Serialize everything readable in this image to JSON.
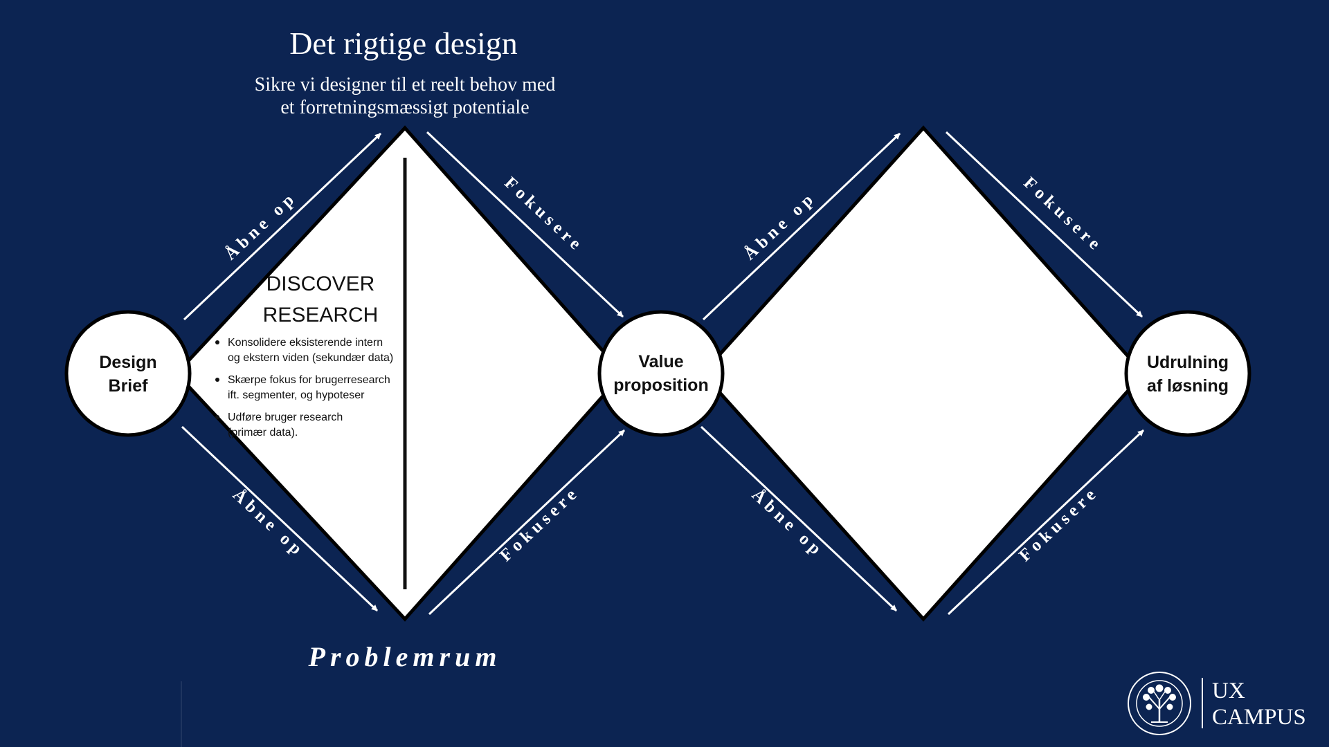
{
  "header": {
    "title": "Det rigtige design",
    "subtitle_line1": "Sikre vi designer til et reelt behov med",
    "subtitle_line2": "et forretningsmæssigt potentiale"
  },
  "phase_label": "Problemrum",
  "nodes": {
    "design_brief": {
      "line1": "Design",
      "line2": "Brief"
    },
    "value_proposition": {
      "line1": "Value",
      "line2": "proposition"
    },
    "udrulning": {
      "line1": "Udrulning",
      "line2": "af løsning"
    }
  },
  "arrow_labels": {
    "open": "Åbne op",
    "focus": "Fokusere"
  },
  "discover": {
    "heading1": "DISCOVER",
    "heading2": "RESEARCH",
    "bullets": [
      {
        "line1": "Konsolidere eksisterende intern",
        "line2": "og ekstern viden (sekundær data)"
      },
      {
        "line1": "Skærpe fokus for brugerresearch",
        "line2": "ift. segmenter, og hypoteser"
      },
      {
        "line1": "Udføre bruger research",
        "line2": "(primær data)."
      }
    ]
  },
  "logo": {
    "line1": "UX",
    "line2": "CAMPUS"
  },
  "colors": {
    "background": "#0c2452",
    "diamond_fill": "#ffffff",
    "outline": "#000000",
    "arrow": "#ffffff"
  }
}
